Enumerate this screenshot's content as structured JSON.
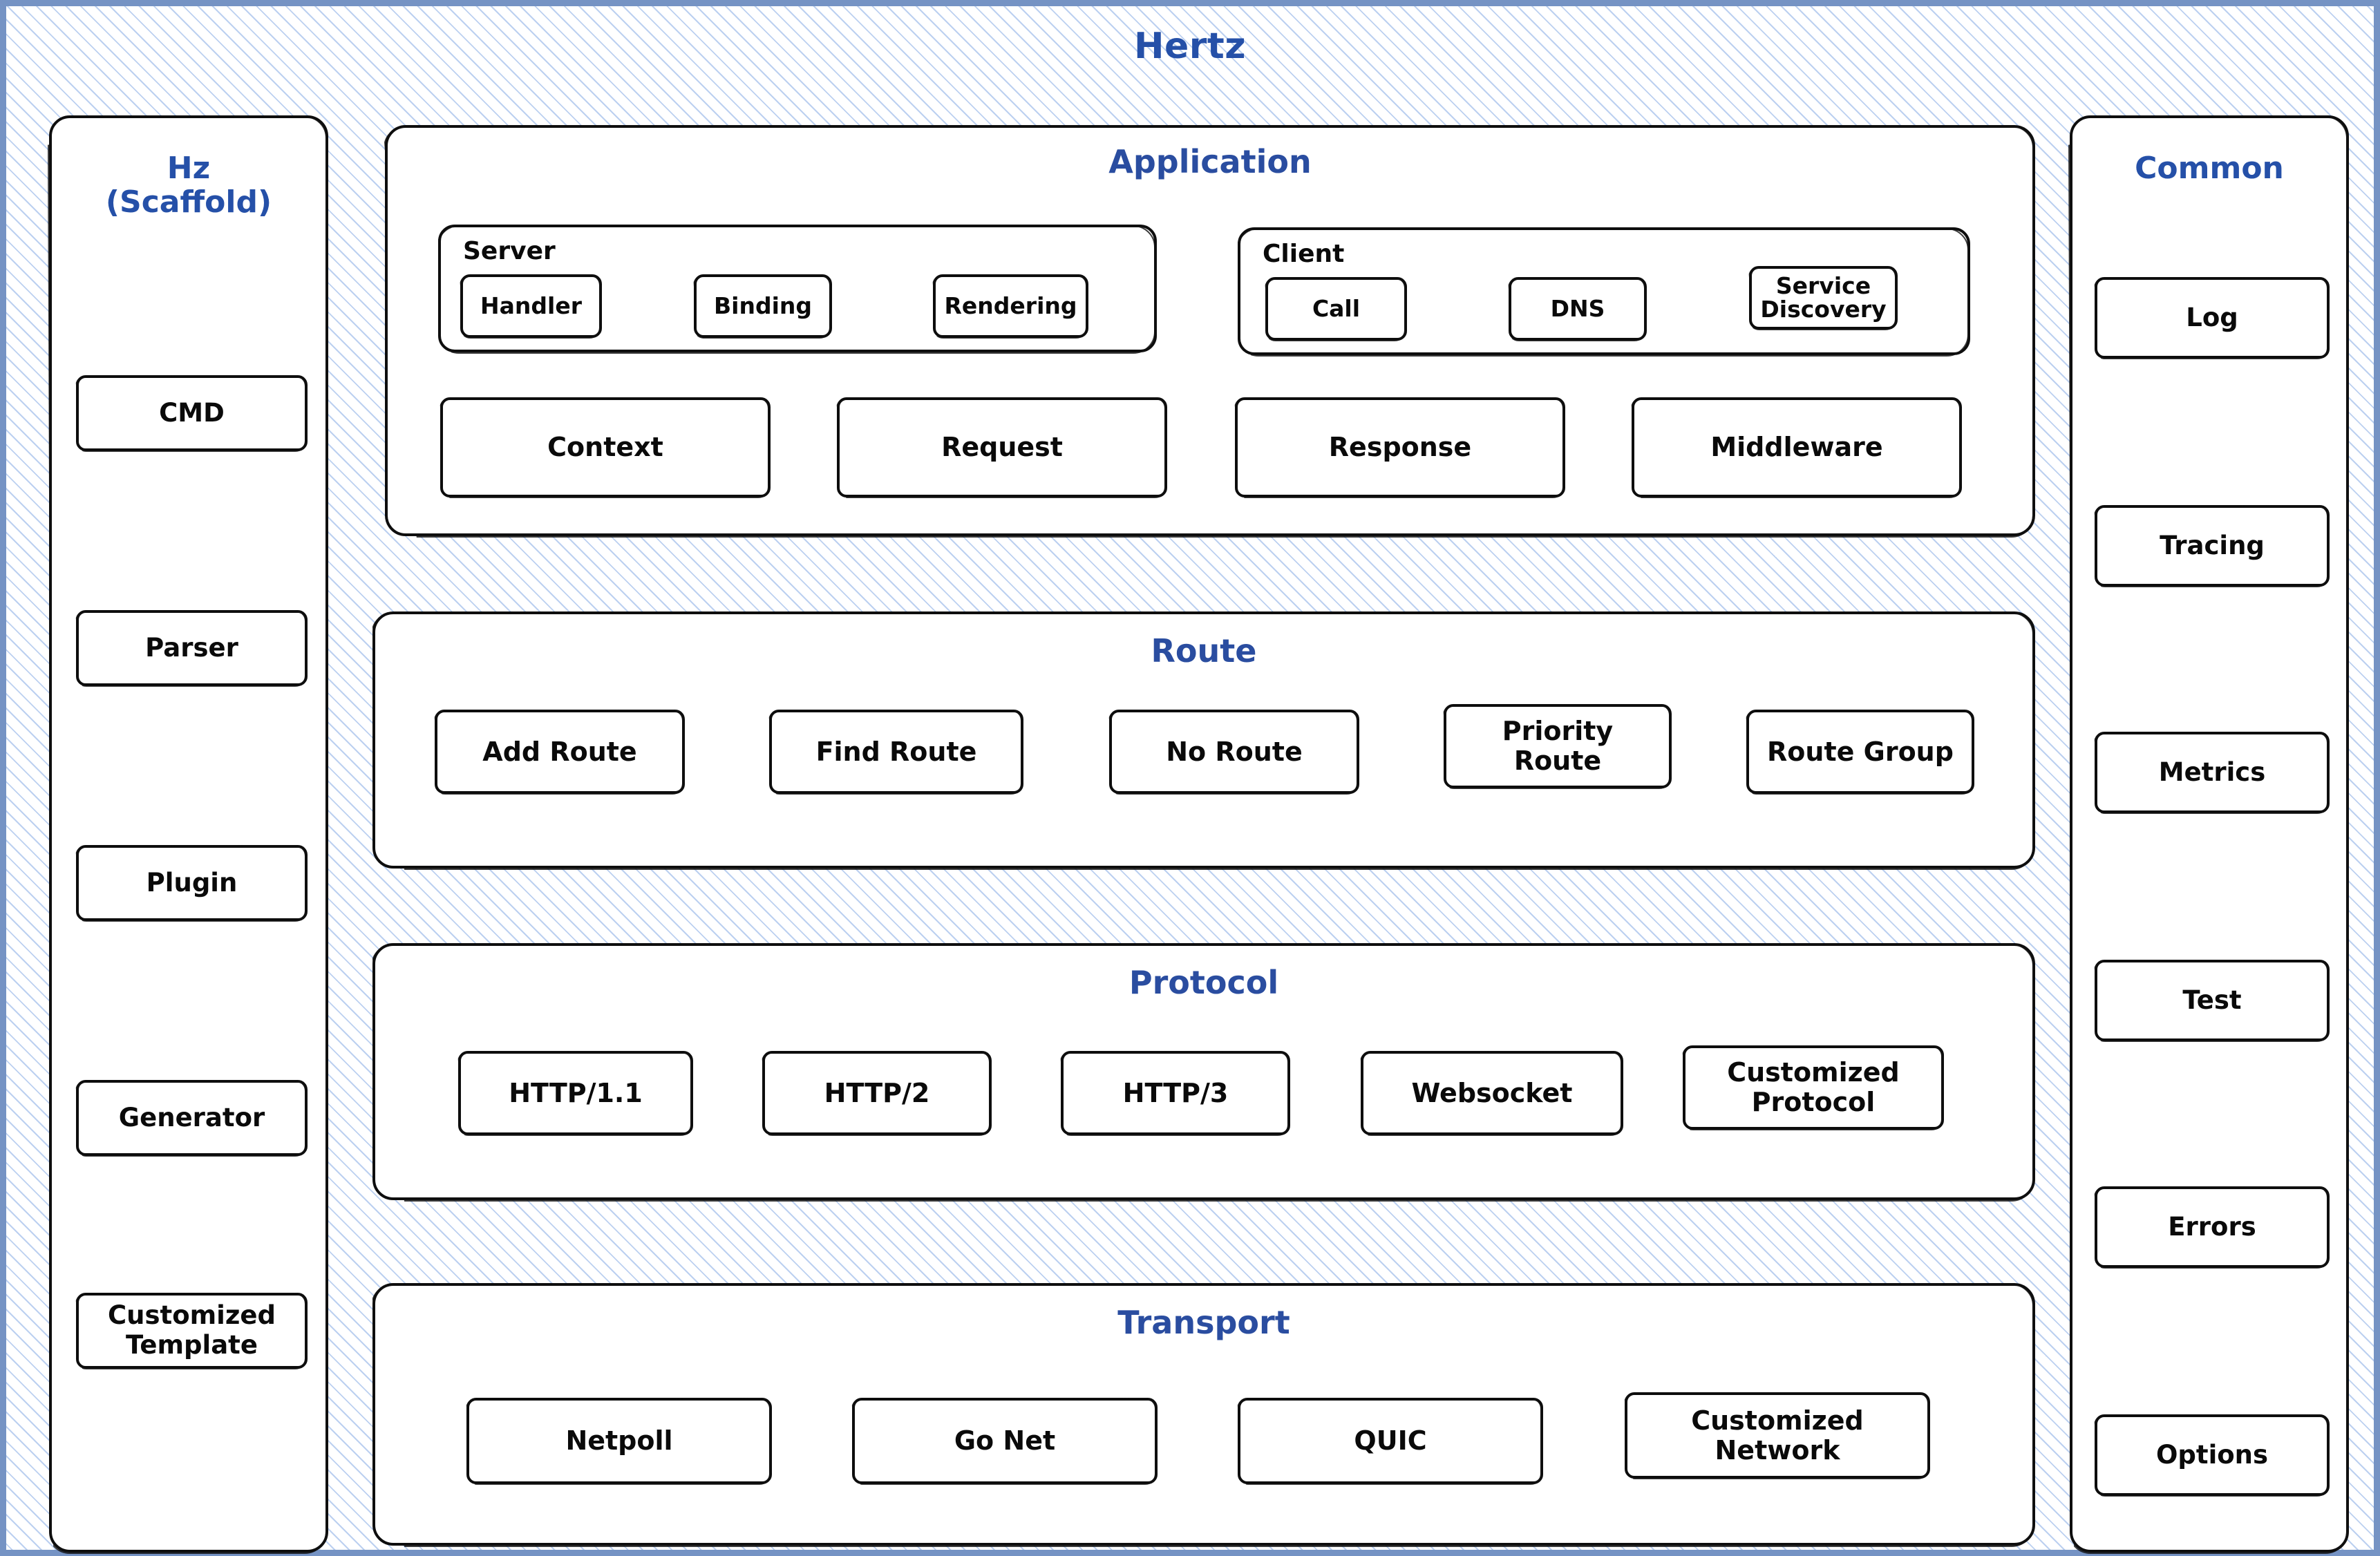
{
  "diagram": {
    "title": "Hertz",
    "accent_blue": "#2550a8",
    "heading_blue": "#2a4da0",
    "frame_border": "#7593c4",
    "hatch_color": "#b0c8ee",
    "box_stroke": "#0e0e0e",
    "box_fill": "#ffffff"
  },
  "left_column": {
    "title_line1": "Hz",
    "title_line2": "(Scaffold)",
    "items": [
      {
        "label": "CMD"
      },
      {
        "label": "Parser"
      },
      {
        "label": "Plugin"
      },
      {
        "label": "Generator"
      },
      {
        "label": "Customized\nTemplate"
      }
    ]
  },
  "right_column": {
    "title": "Common",
    "items": [
      {
        "label": "Log"
      },
      {
        "label": "Tracing"
      },
      {
        "label": "Metrics"
      },
      {
        "label": "Test"
      },
      {
        "label": "Errors"
      },
      {
        "label": "Options"
      }
    ]
  },
  "sections": [
    {
      "id": "application",
      "title": "Application",
      "groups": [
        {
          "id": "server",
          "label": "Server",
          "items": [
            "Handler",
            "Binding",
            "Rendering"
          ]
        },
        {
          "id": "client",
          "label": "Client",
          "items": [
            "Call",
            "DNS",
            "Service\nDiscovery"
          ]
        }
      ],
      "items": [
        "Context",
        "Request",
        "Response",
        "Middleware"
      ]
    },
    {
      "id": "route",
      "title": "Route",
      "groups": [],
      "items": [
        "Add Route",
        "Find Route",
        "No Route",
        "Priority\nRoute",
        "Route Group"
      ]
    },
    {
      "id": "protocol",
      "title": "Protocol",
      "groups": [],
      "items": [
        "HTTP/1.1",
        "HTTP/2",
        "HTTP/3",
        "Websocket",
        "Customized\nProtocol"
      ]
    },
    {
      "id": "transport",
      "title": "Transport",
      "groups": [],
      "items": [
        "Netpoll",
        "Go Net",
        "QUIC",
        "Customized\nNetwork"
      ]
    }
  ]
}
